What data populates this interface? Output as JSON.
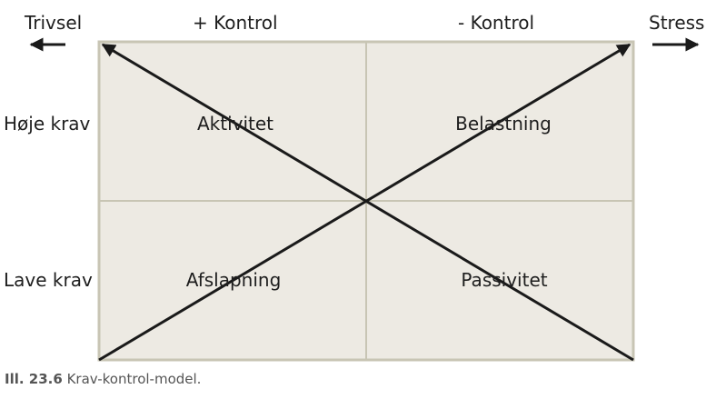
{
  "header": {
    "left_label": "Trivsel",
    "plus_control": "+ Kontrol",
    "minus_control": "- Kontrol",
    "right_label": "Stress"
  },
  "rows": {
    "high_demand": "Høje krav",
    "low_demand": "Lave krav"
  },
  "quadrants": {
    "top_left": "Aktivitet",
    "top_right": "Belastning",
    "bottom_left": "Afslapning",
    "bottom_right": "Passivitet"
  },
  "caption": {
    "number": "Ill. 23.6",
    "text": "Krav-kontrol-model."
  },
  "colors": {
    "box_fill": "#edeae3",
    "box_border": "#c8c5b4",
    "divider": "#c8c5b4",
    "arrow": "#1a1a1a"
  }
}
